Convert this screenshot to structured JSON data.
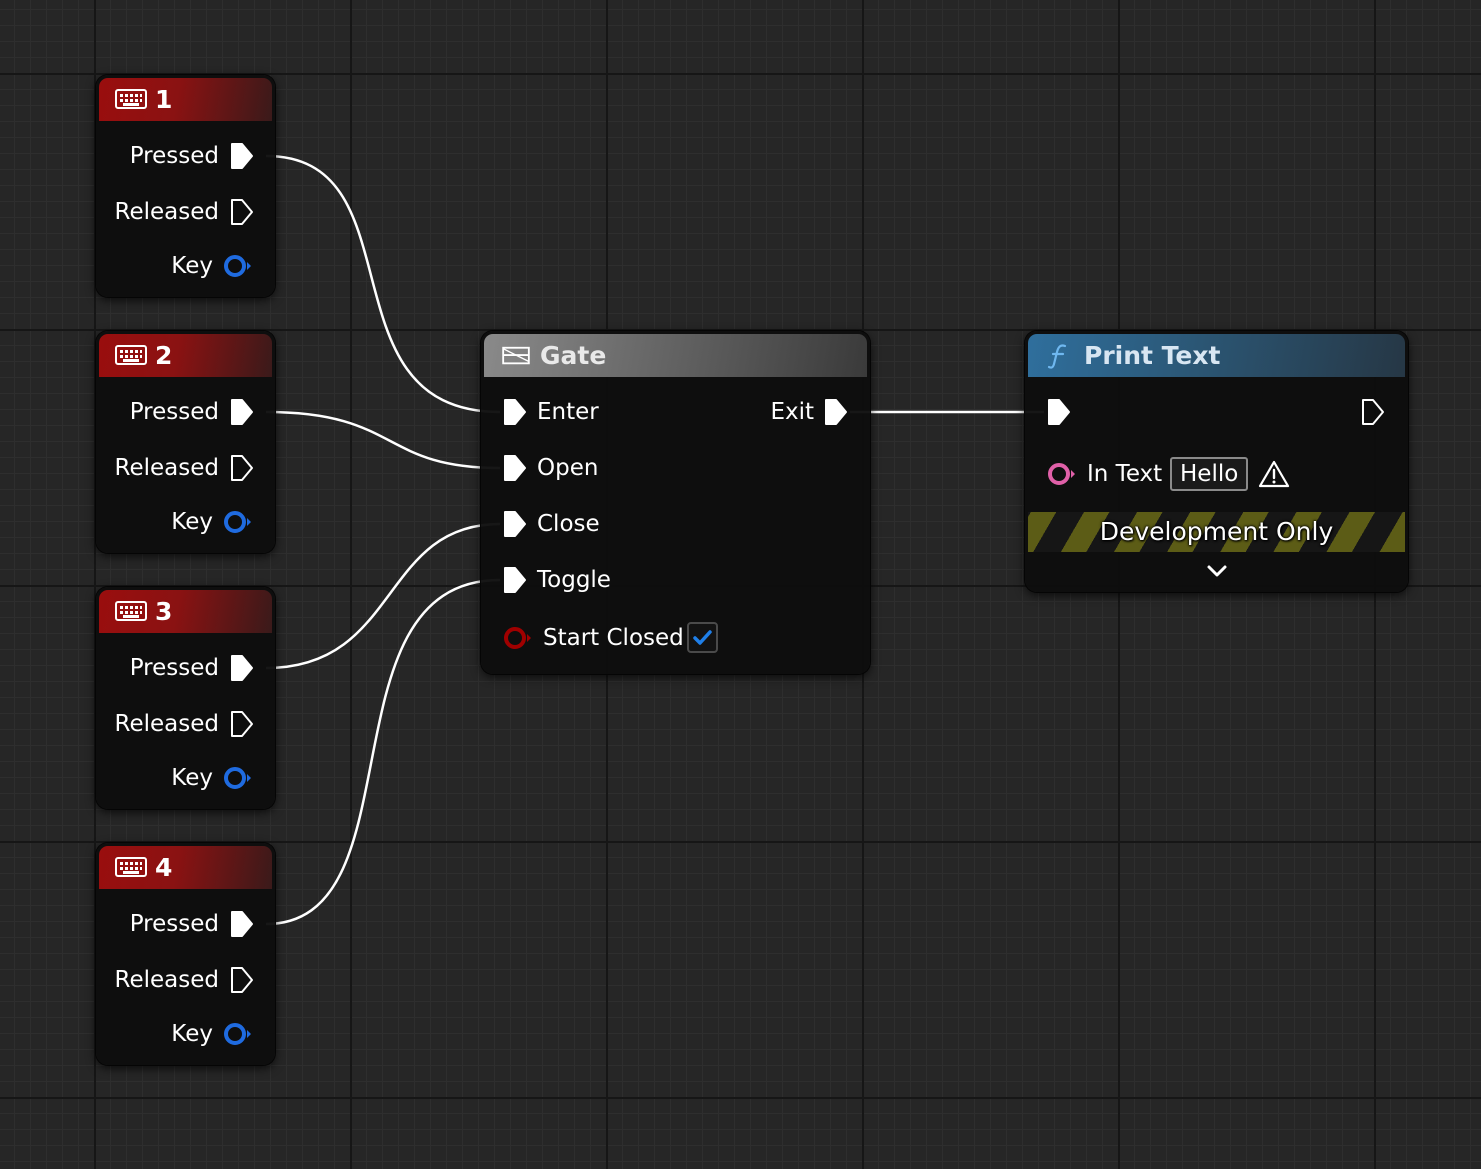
{
  "colors": {
    "key_header": "#9a0e0e",
    "gate_header": "#7a7a7a",
    "print_header": "#2f6f9d",
    "exec_wire": "#ffffff",
    "key_pin": "#1f6be0",
    "text_pin": "#e060a8",
    "bool_pin": "#a00000",
    "checkbox_check": "#1f7fe8",
    "dev_stripe": "#5c5c16"
  },
  "key_nodes": [
    {
      "title": "1",
      "icon": "keyboard-icon",
      "pins": {
        "pressed": "Pressed",
        "released": "Released",
        "key": "Key"
      }
    },
    {
      "title": "2",
      "icon": "keyboard-icon",
      "pins": {
        "pressed": "Pressed",
        "released": "Released",
        "key": "Key"
      }
    },
    {
      "title": "3",
      "icon": "keyboard-icon",
      "pins": {
        "pressed": "Pressed",
        "released": "Released",
        "key": "Key"
      }
    },
    {
      "title": "4",
      "icon": "keyboard-icon",
      "pins": {
        "pressed": "Pressed",
        "released": "Released",
        "key": "Key"
      }
    }
  ],
  "gate_node": {
    "title": "Gate",
    "icon": "gate-icon",
    "inputs": {
      "enter": "Enter",
      "open": "Open",
      "close": "Close",
      "toggle": "Toggle",
      "start_closed": "Start Closed"
    },
    "outputs": {
      "exit": "Exit"
    },
    "start_closed_checked": true
  },
  "print_node": {
    "title": "Print Text",
    "icon": "function-icon",
    "in_text_label": "In Text",
    "in_text_value": "Hello",
    "warning_icon": "warning-icon",
    "dev_label": "Development Only",
    "expand_icon": "chevron-down-icon"
  }
}
